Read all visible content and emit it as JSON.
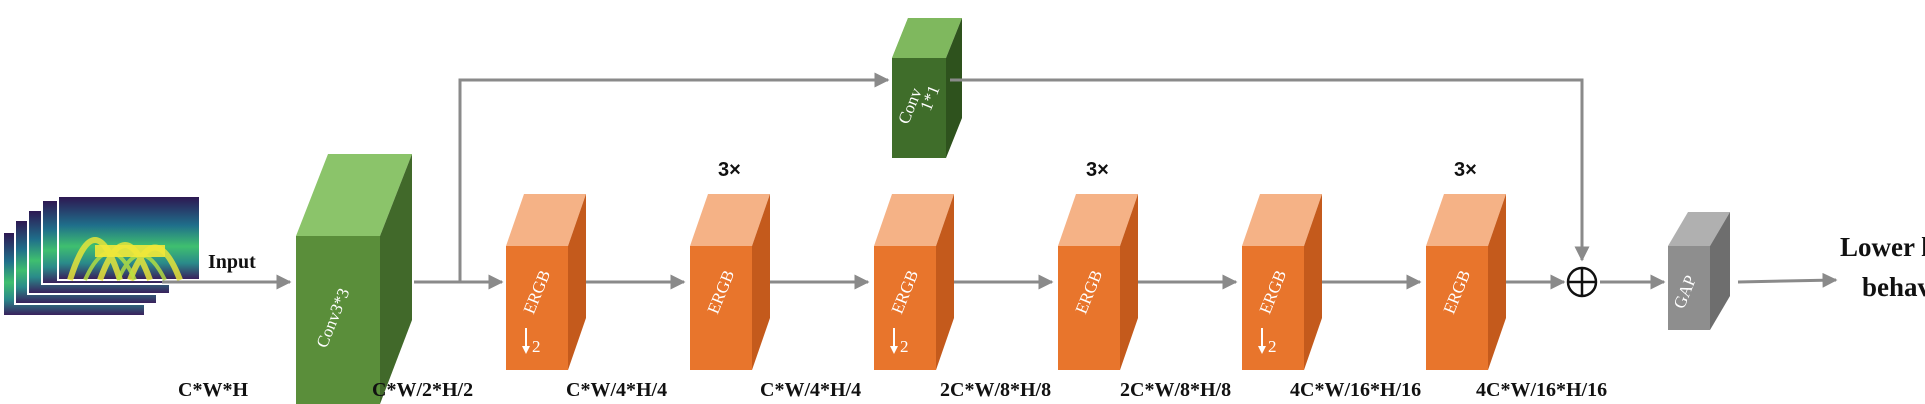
{
  "input": {
    "label": "Input",
    "stack_count": 5
  },
  "conv3": {
    "label": "Conv3*3"
  },
  "conv1": {
    "line1": "Conv",
    "line2": "1*1"
  },
  "ergb_blocks": [
    {
      "label": "ERGB",
      "downsample": "2",
      "repeat": ""
    },
    {
      "label": "ERGB",
      "downsample": "",
      "repeat": "3×"
    },
    {
      "label": "ERGB",
      "downsample": "2",
      "repeat": ""
    },
    {
      "label": "ERGB",
      "downsample": "",
      "repeat": "3×"
    },
    {
      "label": "ERGB",
      "downsample": "2",
      "repeat": ""
    },
    {
      "label": "ERGB",
      "downsample": "",
      "repeat": "3×"
    }
  ],
  "sum_symbol": "⊕",
  "gap": {
    "label": "GAP"
  },
  "output": {
    "line1": "Lower limb",
    "line2": "behavior"
  },
  "dimensions": [
    "C*W*H",
    "C*W/2*H/2",
    "C*W/4*H/4",
    "C*W/4*H/4",
    "2C*W/8*H/8",
    "2C*W/8*H/8",
    "4C*W/16*H/16",
    "4C*W/16*H/16"
  ],
  "colors": {
    "green_face": "#5a8e3a",
    "green_top": "#8bc46a",
    "green_side": "#41692a",
    "dark_green_face": "#3f6d2a",
    "orange_face": "#e8752c",
    "orange_top": "#f5b286",
    "orange_side": "#c45a1c",
    "gap_face": "#8e8e8e",
    "line": "#8a8a8a"
  }
}
